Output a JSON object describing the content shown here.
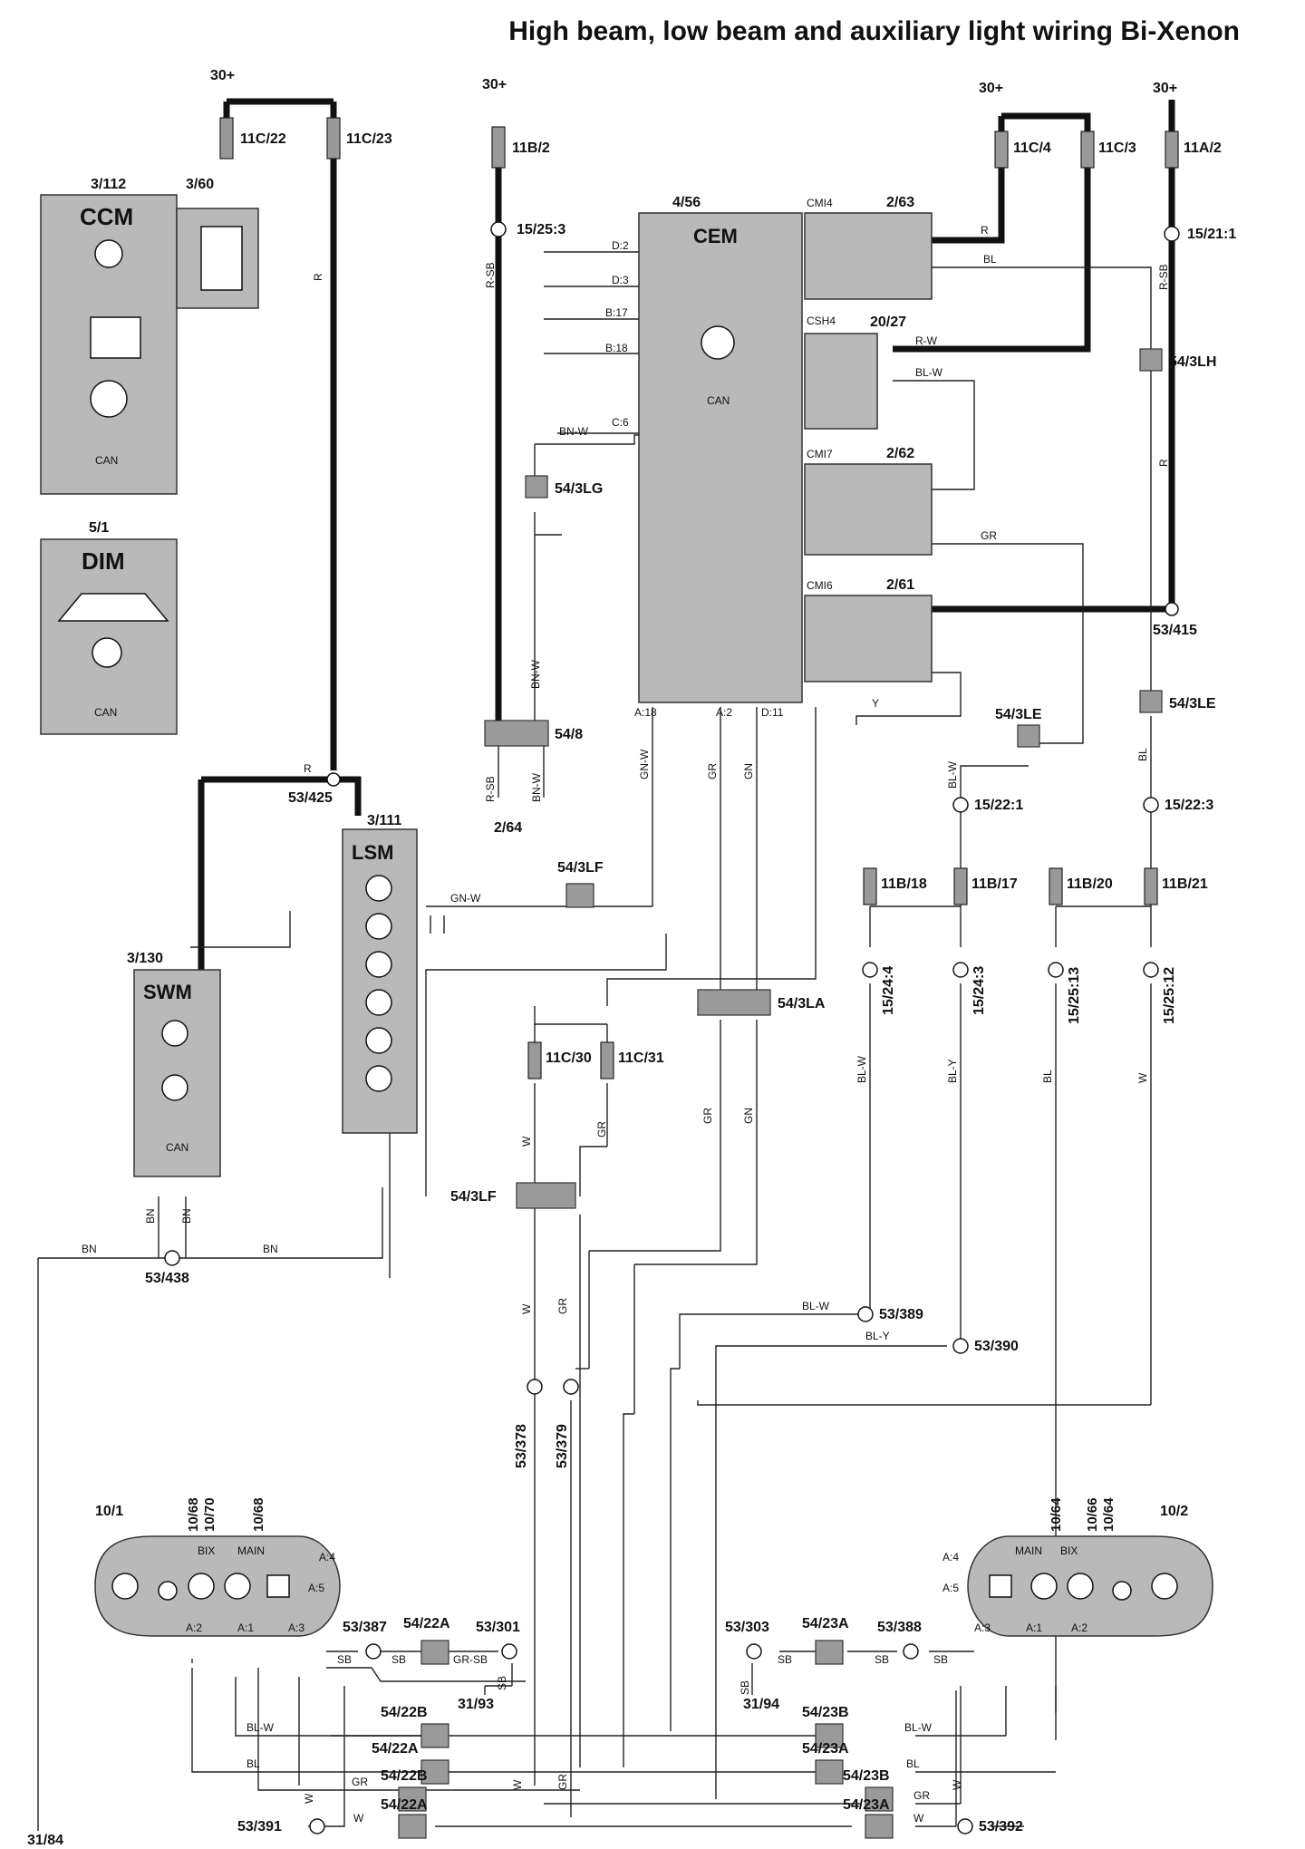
{
  "title": "High beam, low beam and auxiliary light wiring Bi-Xenon",
  "supply": "30+",
  "fuses": {
    "f11C22": "11C/22",
    "f11C23": "11C/23",
    "f11B2": "11B/2",
    "f11C4": "11C/4",
    "f11C3": "11C/3",
    "f11A2": "11A/2",
    "f11B18": "11B/18",
    "f11B17": "11B/17",
    "f11B20": "11B/20",
    "f11B21": "11B/21",
    "f11C30": "11C/30",
    "f11C31": "11C/31"
  },
  "modules": {
    "ccm_id": "3/112",
    "ccm": "CCM",
    "ccm_relay": "3/60",
    "dim_id": "5/1",
    "dim": "DIM",
    "cem_id": "4/56",
    "cem": "CEM",
    "lsm_id": "3/111",
    "lsm": "LSM",
    "swm_id": "3/130",
    "swm": "SWM",
    "can": "CAN"
  },
  "relays": {
    "cmi4": "CMI4",
    "r263": "2/63",
    "csh4": "CSH4",
    "r2027": "20/27",
    "cmi7": "CMI7",
    "r262": "2/62",
    "cmi6": "CMI6",
    "r261": "2/61"
  },
  "connectors": {
    "c54_3LG": "54/3LG",
    "c54_3LH": "54/3LH",
    "c54_3LE": "54/3LE",
    "c54_3LF": "54/3LF",
    "c54_8": "54/8",
    "c54_3LA": "54/3LA",
    "c54_22A": "54/22A",
    "c54_22B": "54/22B",
    "c54_23A": "54/23A",
    "c54_23B": "54/23B"
  },
  "nodes": {
    "n15_25_3": "15/25:3",
    "n15_21_1": "15/21:1",
    "n15_22_1": "15/22:1",
    "n15_22_3": "15/22:3",
    "n15_24_4": "15/24:4",
    "n15_24_3": "15/24:3",
    "n15_25_13": "15/25:13",
    "n15_25_12": "15/25:12",
    "n53_415": "53/415",
    "n53_425": "53/425",
    "n53_438": "53/438",
    "n53_389": "53/389",
    "n53_390": "53/390",
    "n53_378": "53/378",
    "n53_379": "53/379",
    "n53_387": "53/387",
    "n53_301": "53/301",
    "n53_303": "53/303",
    "n53_388": "53/388",
    "n53_391": "53/391",
    "n53_392": "53/392",
    "g31_84": "31/84",
    "g31_93": "31/93",
    "g31_94": "31/94",
    "ref2_64": "2/64"
  },
  "lamps": {
    "left_id": "10/1",
    "right_id": "10/2",
    "l1": "10/68",
    "l2": "10/70",
    "l3": "10/68",
    "r1": "10/64",
    "r2": "10/66",
    "r3": "10/64",
    "bix": "BIX",
    "main": "MAIN"
  },
  "wire_colors": {
    "R": "R",
    "RSB": "R-SB",
    "BL": "BL",
    "RW": "R-W",
    "BLW": "BL-W",
    "GR": "GR",
    "Y": "Y",
    "BNW": "BN-W",
    "GNW": "GN-W",
    "GN": "GN",
    "BN": "BN",
    "W": "W",
    "SB": "SB",
    "GRSB": "GR-SB",
    "BLY": "BL-Y"
  },
  "cem_pins": {
    "d2": "D:2",
    "d3": "D:3",
    "b17": "B:17",
    "b18": "B:18",
    "c6": "C:6",
    "a18": "A:18",
    "a2": "A:2",
    "d11": "D:11"
  },
  "lamp_pins": {
    "a4": "A:4",
    "a5": "A:5",
    "a2": "A:2",
    "a1": "A:1",
    "a3": "A:3"
  }
}
